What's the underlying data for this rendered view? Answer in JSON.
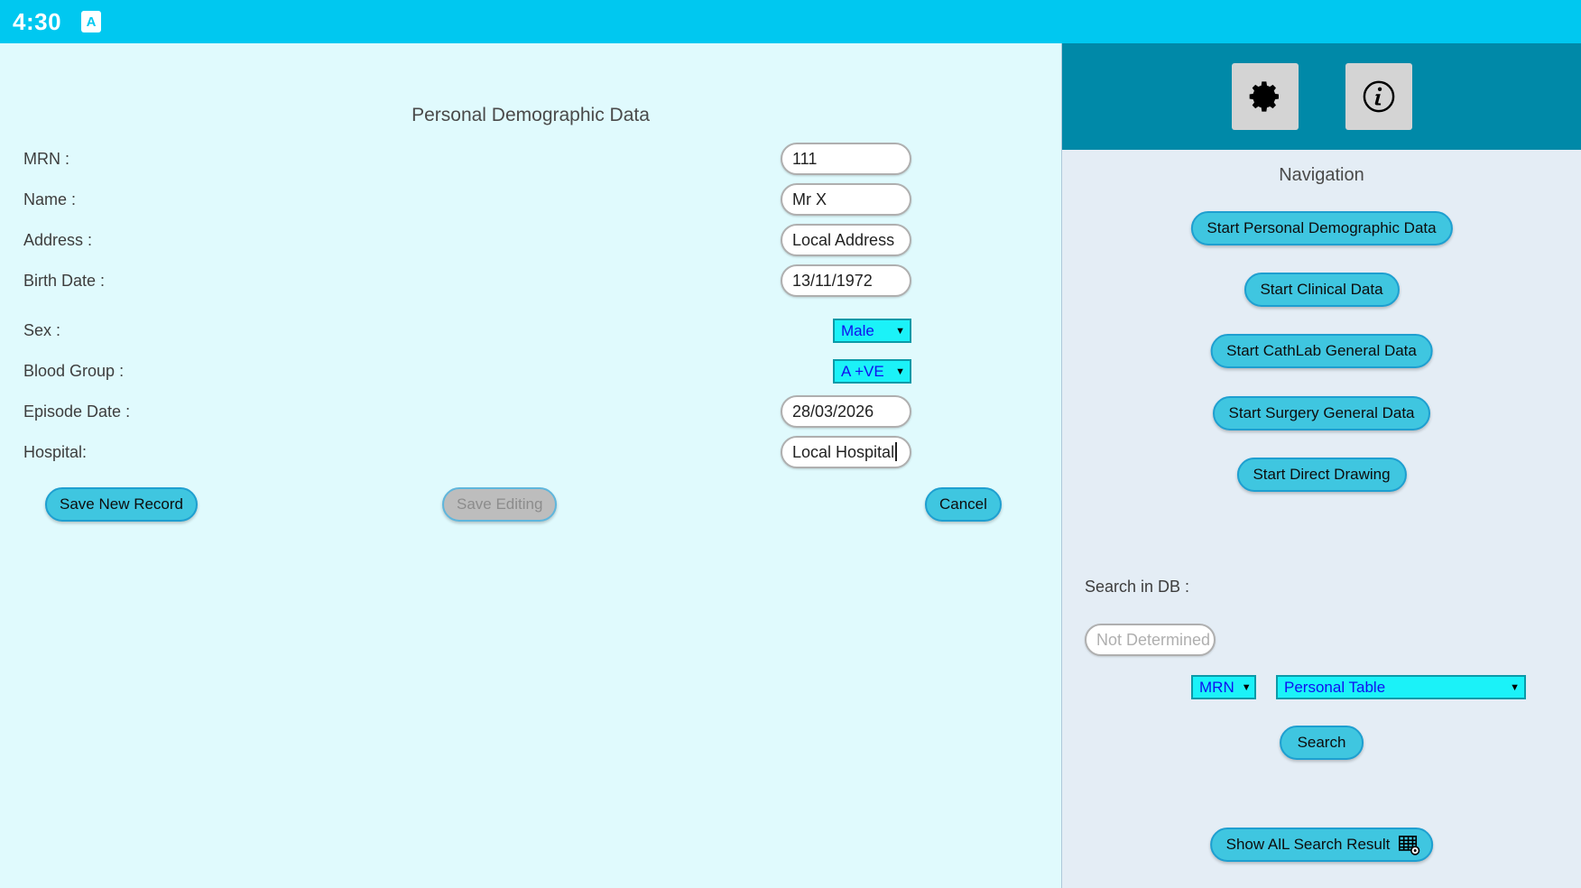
{
  "statusbar": {
    "time": "4:30",
    "app_icon_letter": "A",
    "background_color": "#00C8F0"
  },
  "form": {
    "title": "Personal Demographic Data",
    "fields": [
      {
        "label": "MRN :",
        "value": "111",
        "type": "text"
      },
      {
        "label": "Name :",
        "value": "Mr X",
        "type": "text"
      },
      {
        "label": "Address :",
        "value": "Local Address",
        "type": "text"
      },
      {
        "label": "Birth Date :",
        "value": "13/11/1972",
        "type": "text"
      },
      {
        "label": "Sex :",
        "value": "Male",
        "type": "dropdown"
      },
      {
        "label": "Blood Group :",
        "value": "A +VE",
        "type": "dropdown"
      },
      {
        "label": "Episode Date :",
        "value": "28/03/2026",
        "type": "text"
      },
      {
        "label": "Hospital:",
        "value": "Local Hospital",
        "type": "text",
        "focused": true
      }
    ],
    "buttons": {
      "save_new": "Save New Record",
      "save_editing": "Save Editing",
      "save_editing_disabled": true,
      "cancel": "Cancel"
    }
  },
  "right_panel": {
    "header": {
      "background_color": "#0089A8",
      "settings_icon": "gear-icon",
      "info_icon": "info-icon"
    },
    "navigation": {
      "title": "Navigation",
      "items": [
        {
          "label": "Start Personal Demographic Data"
        },
        {
          "label": "Start Clinical Data"
        },
        {
          "label": "Start CathLab General Data"
        },
        {
          "label": "Start Surgery General Data"
        },
        {
          "label": "Start Direct Drawing"
        }
      ]
    },
    "search": {
      "label": "Search in DB :",
      "input_placeholder": "Not Determined",
      "input_value": "",
      "field_select": "MRN",
      "table_select": "Personal Table",
      "search_button": "Search",
      "show_all_button": "Show AlL Search Result",
      "show_all_icon": "table-grid-icon"
    }
  },
  "theme": {
    "accent_cyan": "#00C8F0",
    "teal_header": "#0089A8",
    "button_blue": "#3FC6E0",
    "button_border": "#1E9FD0",
    "dropdown_fill": "#1BF2F8",
    "dropdown_text": "#1010F0",
    "left_bg": "#E0FAFD",
    "right_bg": "#E4EDF5"
  }
}
